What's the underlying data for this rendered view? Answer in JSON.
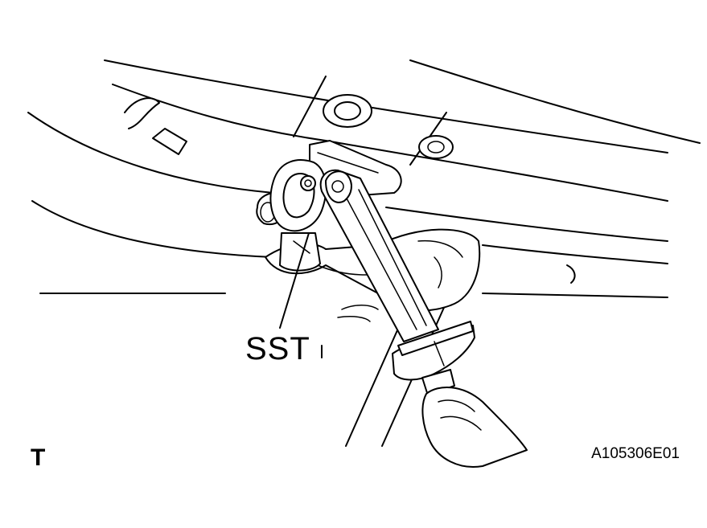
{
  "figure": {
    "callout_label": "SST",
    "corner_mark": "T",
    "figure_code": "A105306E01"
  },
  "colors": {
    "line": "#000000",
    "background": "#ffffff"
  }
}
